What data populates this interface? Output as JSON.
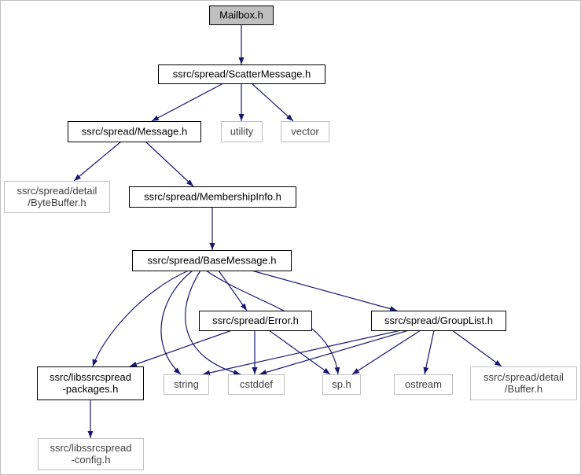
{
  "graph": {
    "colors": {
      "edge": "#191970",
      "root_fill": "#bfbfbf",
      "node_border": "#000000",
      "external_border": "#c0c0c0",
      "background": "#ffffff"
    },
    "nodes": [
      {
        "id": "mailbox",
        "lines": [
          "Mailbox.h"
        ],
        "kind": "root"
      },
      {
        "id": "scattermessage",
        "lines": [
          "ssrc/spread/ScatterMessage.h"
        ],
        "kind": "file"
      },
      {
        "id": "message",
        "lines": [
          "ssrc/spread/Message.h"
        ],
        "kind": "file"
      },
      {
        "id": "utility",
        "lines": [
          "utility"
        ],
        "kind": "external"
      },
      {
        "id": "vector",
        "lines": [
          "vector"
        ],
        "kind": "external"
      },
      {
        "id": "bytebuffer",
        "lines": [
          "ssrc/spread/detail",
          "/ByteBuffer.h"
        ],
        "kind": "external"
      },
      {
        "id": "membershipinfo",
        "lines": [
          "ssrc/spread/MembershipInfo.h"
        ],
        "kind": "file"
      },
      {
        "id": "basemessage",
        "lines": [
          "ssrc/spread/BaseMessage.h"
        ],
        "kind": "file"
      },
      {
        "id": "error",
        "lines": [
          "ssrc/spread/Error.h"
        ],
        "kind": "file"
      },
      {
        "id": "grouplist",
        "lines": [
          "ssrc/spread/GroupList.h"
        ],
        "kind": "file"
      },
      {
        "id": "packages",
        "lines": [
          "ssrc/libssrcspread",
          "-packages.h"
        ],
        "kind": "file"
      },
      {
        "id": "string",
        "lines": [
          "string"
        ],
        "kind": "external"
      },
      {
        "id": "cstddef",
        "lines": [
          "cstddef"
        ],
        "kind": "external"
      },
      {
        "id": "sp",
        "lines": [
          "sp.h"
        ],
        "kind": "external"
      },
      {
        "id": "ostream",
        "lines": [
          "ostream"
        ],
        "kind": "external"
      },
      {
        "id": "buffer",
        "lines": [
          "ssrc/spread/detail",
          "/Buffer.h"
        ],
        "kind": "external"
      },
      {
        "id": "config",
        "lines": [
          "ssrc/libssrcspread",
          "-config.h"
        ],
        "kind": "external"
      }
    ],
    "edges": [
      [
        "mailbox",
        "scattermessage"
      ],
      [
        "scattermessage",
        "message"
      ],
      [
        "scattermessage",
        "utility"
      ],
      [
        "scattermessage",
        "vector"
      ],
      [
        "message",
        "bytebuffer"
      ],
      [
        "message",
        "membershipinfo"
      ],
      [
        "membershipinfo",
        "basemessage"
      ],
      [
        "basemessage",
        "packages"
      ],
      [
        "basemessage",
        "string"
      ],
      [
        "basemessage",
        "cstddef"
      ],
      [
        "basemessage",
        "error"
      ],
      [
        "basemessage",
        "sp"
      ],
      [
        "basemessage",
        "grouplist"
      ],
      [
        "error",
        "packages"
      ],
      [
        "error",
        "cstddef"
      ],
      [
        "error",
        "sp"
      ],
      [
        "grouplist",
        "string"
      ],
      [
        "grouplist",
        "cstddef"
      ],
      [
        "grouplist",
        "sp"
      ],
      [
        "grouplist",
        "ostream"
      ],
      [
        "grouplist",
        "buffer"
      ],
      [
        "packages",
        "config"
      ]
    ]
  }
}
